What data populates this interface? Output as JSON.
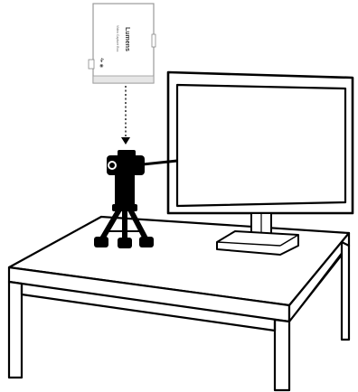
{
  "device": {
    "brand": "Lumens",
    "subtitle": "Video Capture Box",
    "port_label": "4▸ ◉",
    "icon": "capture-box-icon"
  },
  "scene": {
    "camera_icon": "tripod-camera-icon",
    "monitor_icon": "monitor-icon",
    "table_icon": "table-icon",
    "connector_icon": "dotted-arrow-down-icon"
  },
  "colors": {
    "line": "#000000",
    "device_body": "#ffffff",
    "device_shade": "#d9d9d9",
    "monitor_bezel": "#ffffff"
  }
}
